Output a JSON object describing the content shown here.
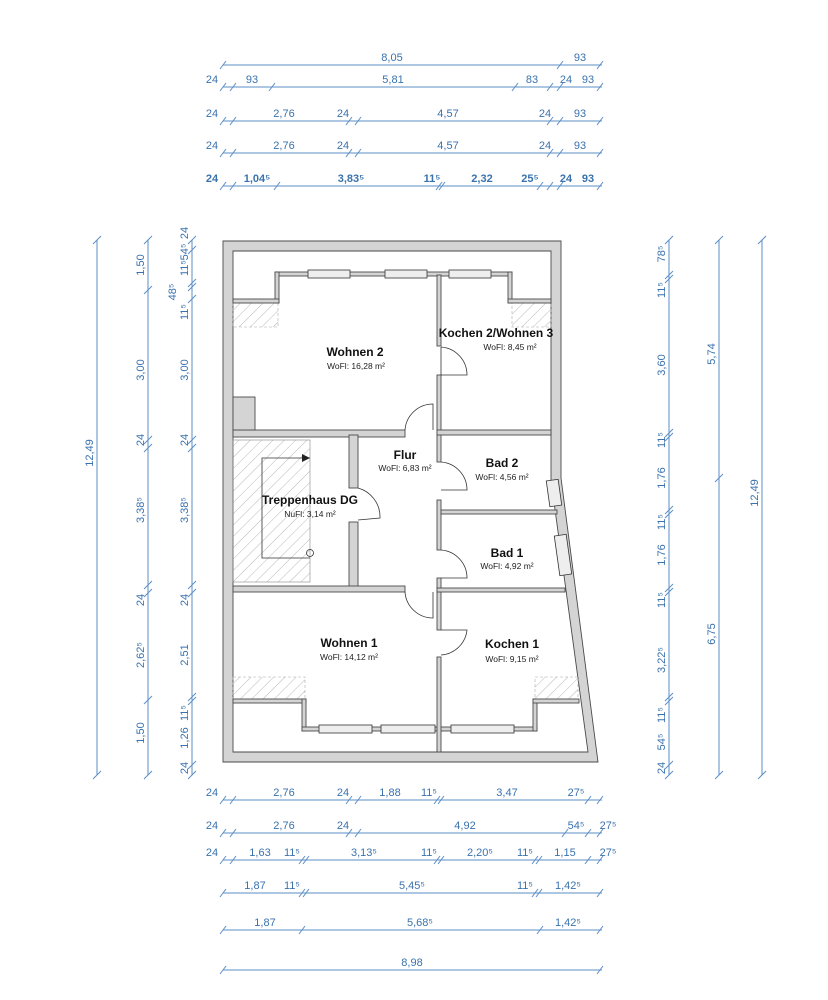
{
  "rooms": [
    {
      "name": "Wohnen 2",
      "area": "WoFl: 16,28 m²"
    },
    {
      "name": "Kochen 2/Wohnen 3",
      "area": "WoFl: 8,45 m²"
    },
    {
      "name": "Flur",
      "area": "WoFl: 6,83 m²"
    },
    {
      "name": "Bad 2",
      "area": "WoFl: 4,56 m²"
    },
    {
      "name": "Treppenhaus DG",
      "area": "NuFl: 3,14 m²"
    },
    {
      "name": "Bad 1",
      "area": "WoFl: 4,92 m²"
    },
    {
      "name": "Wohnen 1",
      "area": "WoFl: 14,12 m²"
    },
    {
      "name": "Kochen 1",
      "area": "WoFl: 9,15 m²"
    }
  ],
  "dimensions": {
    "top": [
      [
        "8,05",
        "93"
      ],
      [
        "24",
        "93",
        "5,81",
        "83",
        "24",
        "93"
      ],
      [
        "24",
        "2,76",
        "24",
        "4,57",
        "24",
        "93"
      ],
      [
        "24",
        "2,76",
        "24",
        "4,57",
        "24",
        "93"
      ],
      [
        "24",
        "1,04⁵",
        "3,83⁵",
        "11⁵",
        "2,32",
        "25⁵",
        "24",
        "93"
      ]
    ],
    "bottom": [
      [
        "24",
        "2,76",
        "24",
        "1,88",
        "11⁵",
        "3,47",
        "27⁵"
      ],
      [
        "24",
        "2,76",
        "24",
        "4,92",
        "54⁵",
        "27⁵"
      ],
      [
        "24",
        "1,63",
        "11⁵",
        "3,13⁵",
        "11⁵",
        "2,20⁵",
        "11⁵",
        "1,15",
        "27⁵"
      ],
      [
        "1,87",
        "11⁵",
        "5,45⁵",
        "11⁵",
        "1,42⁵"
      ],
      [
        "1,87",
        "5,68⁵",
        "1,42⁵"
      ],
      [
        "8,98"
      ]
    ],
    "left": [
      [
        "12,49"
      ],
      [
        "1,50",
        "3,00",
        "24",
        "3,38⁵",
        "24",
        "2,62⁵",
        "1,50"
      ],
      [
        "24",
        "54⁵",
        "11⁵",
        "48⁵",
        "11⁵",
        "3,00",
        "24",
        "3,38⁵",
        "24",
        "2,51",
        "11⁵",
        "1,26",
        "24"
      ]
    ],
    "right": [
      [
        "78⁵",
        "11⁵",
        "3,60",
        "11⁵",
        "1,76",
        "11⁵",
        "1,76",
        "11⁵",
        "3,22⁵",
        "11⁵",
        "54⁵",
        "24"
      ],
      [
        "5,74",
        "6,75"
      ],
      [
        "12,49"
      ]
    ]
  },
  "colors": {
    "dimension": "#3a72ad",
    "wall": "#d4d4d4"
  }
}
